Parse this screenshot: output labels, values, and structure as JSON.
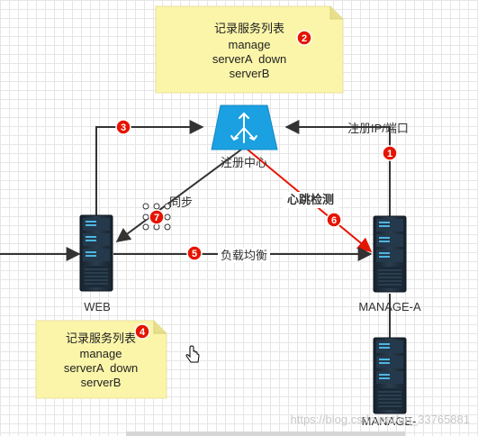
{
  "notes": {
    "top": {
      "lines": [
        "记录服务列表",
        "manage",
        "serverA  down",
        "serverB"
      ]
    },
    "bottom": {
      "lines": [
        "记录服务列表",
        "manage",
        "serverA  down",
        "serverB"
      ]
    }
  },
  "nodes": {
    "registry": {
      "label": "注册中心"
    },
    "web": {
      "label": "WEB"
    },
    "manage_a": {
      "label": "MANAGE-A"
    },
    "manage_b": {
      "label": "MANAGE-"
    }
  },
  "edges": {
    "register": {
      "label": "注册IP/端口",
      "badge": "1"
    },
    "heartbeat": {
      "label": "心跳检测",
      "badge": "6"
    },
    "sync": {
      "label": "同步",
      "badge": "7"
    },
    "load_balance": {
      "label": "负载均衡",
      "badge": "5"
    },
    "web_to_registry": {
      "badge": "3"
    }
  },
  "badges": {
    "top_note": "2",
    "bottom_note": "4"
  },
  "watermark": "https://blog.csdn.net/qq_33765881",
  "colors": {
    "note_fill": "#fbf5a9",
    "registry_fill": "#1ba1e2",
    "badge_fill": "#e51400",
    "heartbeat_line": "#e51400",
    "edge": "#333333",
    "server_body": "#1f2d3a"
  }
}
